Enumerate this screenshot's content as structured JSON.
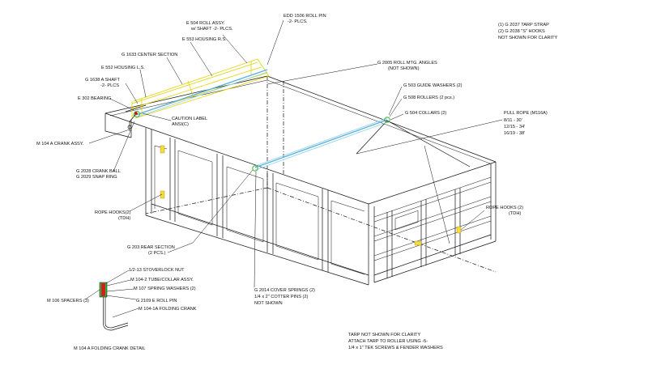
{
  "notes": {
    "top_right": [
      "(1) G 2037 TARP STRAP",
      "(2) G 2038 \"S\" HOOKS",
      "NOT SHOWN FOR CLARITY"
    ],
    "bottom": [
      "TARP NOT SHOWN FOR CLARITY",
      "ATTACH TARP TO ROLLER USING -5-",
      "1/4 x 1\" TEK SCREWS & FENDER WASHERS"
    ]
  },
  "labels": {
    "roll_assy": [
      "E 504 ROLL ASSY.",
      "w/ SHAFT -2- PLCS."
    ],
    "roll_pin": [
      "EDD 1506 ROLL PIN",
      "-2- PLCS."
    ],
    "housing_rs": "E 553 HOUSING R.S.",
    "center_section": "G 1633 CENTER SECTION",
    "housing_ls": "E 552 HOUSING L.S.",
    "shaft": [
      "G 1638 A SHAFT",
      "-2- PLCS"
    ],
    "bearing": "E 302 BEARING",
    "caution_label": [
      "CAUTION LABEL",
      "ANSI(C)"
    ],
    "crank_assy": "M 104 A CRANK ASSY.",
    "crank_ball": [
      "G 2028 CRANK BALL",
      "G 2029 SNAP RING"
    ],
    "rope_hooks_left": [
      "ROPE HOOKS(2)",
      "(TDH)"
    ],
    "rear_section": [
      "G 203 REAR SECTION",
      "(2 PCS.)"
    ],
    "roll_mtg": [
      "G 2005 ROLL MTG. ANGLES",
      "(NOT SHOWN)"
    ],
    "guide_washers": "G 503 GUIDE WASHERS (2)",
    "rollers": "G 508 ROLLERS (2 pcs.)",
    "collars": "G 504 COLLARS (2)",
    "pull_rope": [
      "PULL ROPE (M116A)",
      "8/11 - 30'",
      "12/15 - 34'",
      "16/19 - 38'"
    ],
    "rope_hooks_right": [
      "ROPE HOOKS (2)",
      "(TDH)"
    ],
    "cover_springs": [
      "G 2014 COVER SPRINGS (2)",
      "1/4 x 2\" COTTER PINS (2)",
      "NOT SHOWN"
    ]
  },
  "crank_detail": {
    "title": "M 104 A FOLDING CRANK DETAIL",
    "stoverlock": "1/2-13 STOVERLOCK NUT",
    "tube_collar": "M 104-2 TUBE/COLLAR ASSY.",
    "spring_washers": "M 107 SPRING WASHERS (2)",
    "roll_pin": "G 2109 E ROLL PIN",
    "folding_crank": "M 104-1A FOLDING CRANK",
    "spacers": "M 106 SPACERS (3)"
  },
  "colors": {
    "housing": "#e3d200",
    "roller": "#5ab4dc",
    "collar": "#3cb43c",
    "hooks": "#f2dc40"
  }
}
